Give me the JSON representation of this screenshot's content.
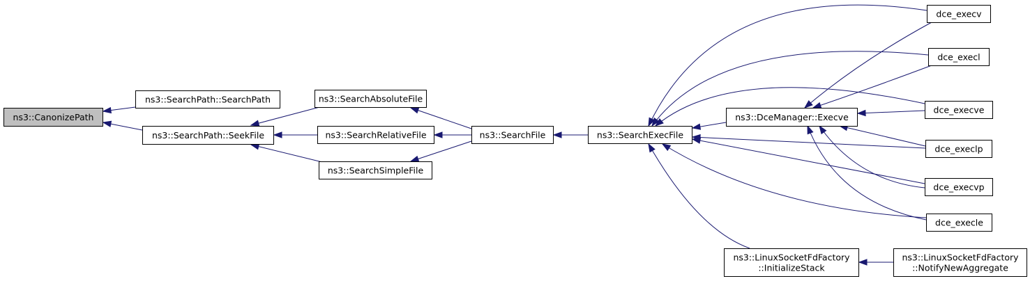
{
  "diagram": {
    "nodes": [
      {
        "id": "canonize",
        "lines": [
          "ns3::CanonizePath"
        ],
        "highlight": true
      },
      {
        "id": "searchpath_ctor",
        "lines": [
          "ns3::SearchPath::SearchPath"
        ]
      },
      {
        "id": "seekfile",
        "lines": [
          "ns3::SearchPath::SeekFile"
        ]
      },
      {
        "id": "absfile",
        "lines": [
          "ns3::SearchAbsoluteFile"
        ]
      },
      {
        "id": "relfile",
        "lines": [
          "ns3::SearchRelativeFile"
        ]
      },
      {
        "id": "simplefile",
        "lines": [
          "ns3::SearchSimpleFile"
        ]
      },
      {
        "id": "searchfile",
        "lines": [
          "ns3::SearchFile"
        ]
      },
      {
        "id": "execfile",
        "lines": [
          "ns3::SearchExecFile"
        ]
      },
      {
        "id": "execve_mgr",
        "lines": [
          "ns3::DceManager::Execve"
        ]
      },
      {
        "id": "initstack",
        "lines": [
          "ns3::LinuxSocketFdFactory",
          "::InitializeStack"
        ]
      },
      {
        "id": "notify",
        "lines": [
          "ns3::LinuxSocketFdFactory",
          "::NotifyNewAggregate"
        ]
      },
      {
        "id": "dce_execv",
        "lines": [
          "dce_execv"
        ]
      },
      {
        "id": "dce_execl",
        "lines": [
          "dce_execl"
        ]
      },
      {
        "id": "dce_execve",
        "lines": [
          "dce_execve"
        ]
      },
      {
        "id": "dce_execlp",
        "lines": [
          "dce_execlp"
        ]
      },
      {
        "id": "dce_execvp",
        "lines": [
          "dce_execvp"
        ]
      },
      {
        "id": "dce_execle",
        "lines": [
          "dce_execle"
        ]
      }
    ],
    "edges": [
      {
        "from": "searchpath_ctor",
        "to": "canonize"
      },
      {
        "from": "seekfile",
        "to": "canonize"
      },
      {
        "from": "absfile",
        "to": "seekfile"
      },
      {
        "from": "relfile",
        "to": "seekfile"
      },
      {
        "from": "simplefile",
        "to": "seekfile"
      },
      {
        "from": "searchfile",
        "to": "absfile"
      },
      {
        "from": "searchfile",
        "to": "relfile"
      },
      {
        "from": "searchfile",
        "to": "simplefile"
      },
      {
        "from": "execfile",
        "to": "searchfile"
      },
      {
        "from": "execve_mgr",
        "to": "execfile"
      },
      {
        "from": "initstack",
        "to": "execfile"
      },
      {
        "from": "dce_execv",
        "to": "execfile"
      },
      {
        "from": "dce_execl",
        "to": "execfile"
      },
      {
        "from": "dce_execve",
        "to": "execfile"
      },
      {
        "from": "dce_execlp",
        "to": "execfile"
      },
      {
        "from": "dce_execvp",
        "to": "execfile"
      },
      {
        "from": "dce_execle",
        "to": "execfile"
      },
      {
        "from": "dce_execv",
        "to": "execve_mgr"
      },
      {
        "from": "dce_execl",
        "to": "execve_mgr"
      },
      {
        "from": "dce_execve",
        "to": "execve_mgr"
      },
      {
        "from": "dce_execlp",
        "to": "execve_mgr"
      },
      {
        "from": "dce_execvp",
        "to": "execve_mgr"
      },
      {
        "from": "dce_execle",
        "to": "execve_mgr"
      },
      {
        "from": "notify",
        "to": "initstack"
      }
    ]
  }
}
